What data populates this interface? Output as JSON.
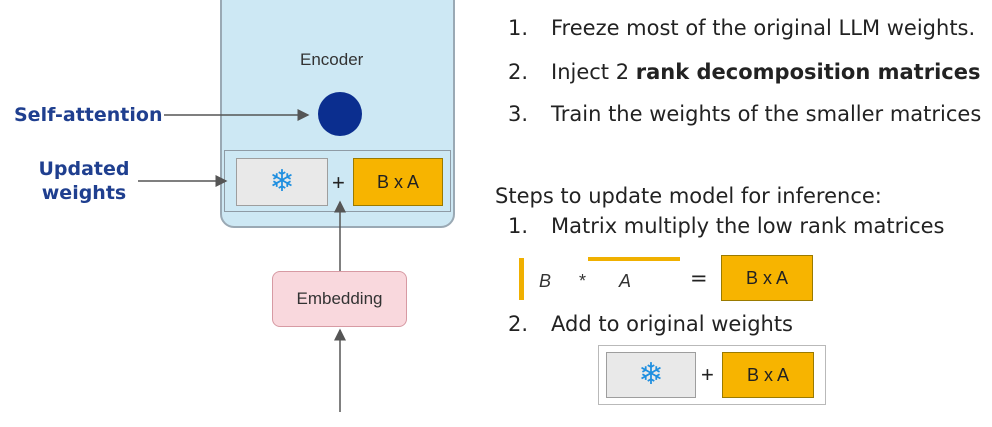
{
  "diagram": {
    "encoder_label": "Encoder",
    "self_attention_label": "Self-attention",
    "updated_weights_label_line1": "Updated",
    "updated_weights_label_line2": "weights",
    "plus": "+",
    "bxa_label": "B x A",
    "embedding_label": "Embedding",
    "snowflake_icon": "❄"
  },
  "steps": [
    {
      "num": "1.",
      "text": "Freeze most of the original LLM weights."
    },
    {
      "num": "2.",
      "text_prefix": "Inject 2 ",
      "text_bold": "rank decomposition matrices"
    },
    {
      "num": "3.",
      "text": "Train the weights of the smaller matrices"
    }
  ],
  "inference": {
    "heading": "Steps to update model for inference:",
    "step1_num": "1.",
    "step1_text": "Matrix multiply the low rank matrices",
    "b_letter": "B",
    "times": "*",
    "a_letter": "A",
    "equals": "=",
    "product_label": "B x A",
    "step2_num": "2.",
    "step2_text": "Add to original weights",
    "sum_plus": "+",
    "sum_bxa": "B x A"
  },
  "colors": {
    "encoder_fill": "#cde8f4",
    "accent_orange": "#f7b400",
    "label_blue": "#1f3f8f",
    "attention_dot": "#0b2e8f",
    "embedding_fill": "#f9d8dd",
    "snowflake": "#1f8fe0"
  }
}
